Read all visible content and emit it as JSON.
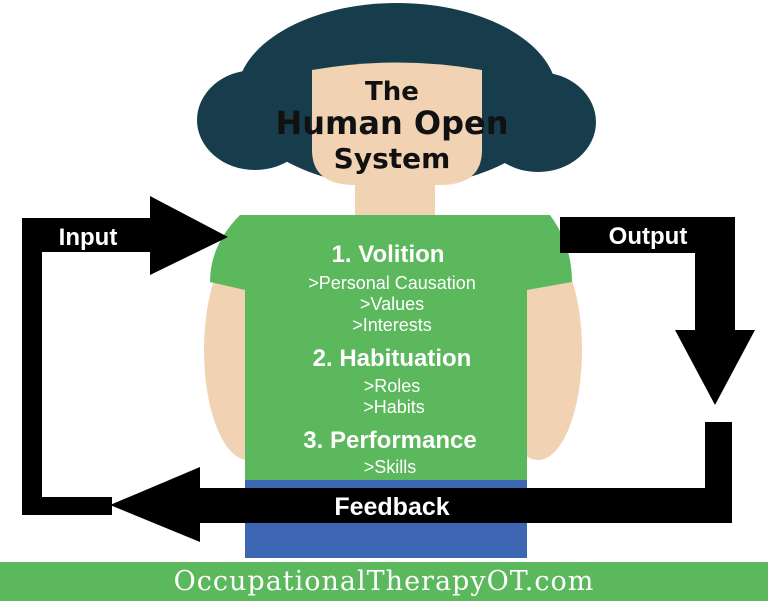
{
  "title": {
    "line1": "The",
    "line2": "Human Open",
    "line3": "System"
  },
  "flow": {
    "input_label": "Input",
    "output_label": "Output",
    "feedback_label": "Feedback"
  },
  "subsystems": [
    {
      "heading": "1. Volition",
      "items": [
        ">Personal Causation",
        ">Values",
        ">Interests"
      ]
    },
    {
      "heading": "2. Habituation",
      "items": [
        ">Roles",
        ">Habits"
      ]
    },
    {
      "heading": "3. Performance",
      "items": [
        ">Skills"
      ]
    }
  ],
  "footer": {
    "site": "OccupationalTherapyOT.com"
  },
  "colors": {
    "hair": "#173d4d",
    "skin": "#f1d3b3",
    "shirt": "#5cb85c",
    "pants": "#3d67b3",
    "arrow": "#000000",
    "footer": "#5cb85c"
  },
  "icons": [
    "person-figure-icon",
    "input-arrow-icon",
    "output-arrow-icon",
    "feedback-arrow-icon"
  ]
}
